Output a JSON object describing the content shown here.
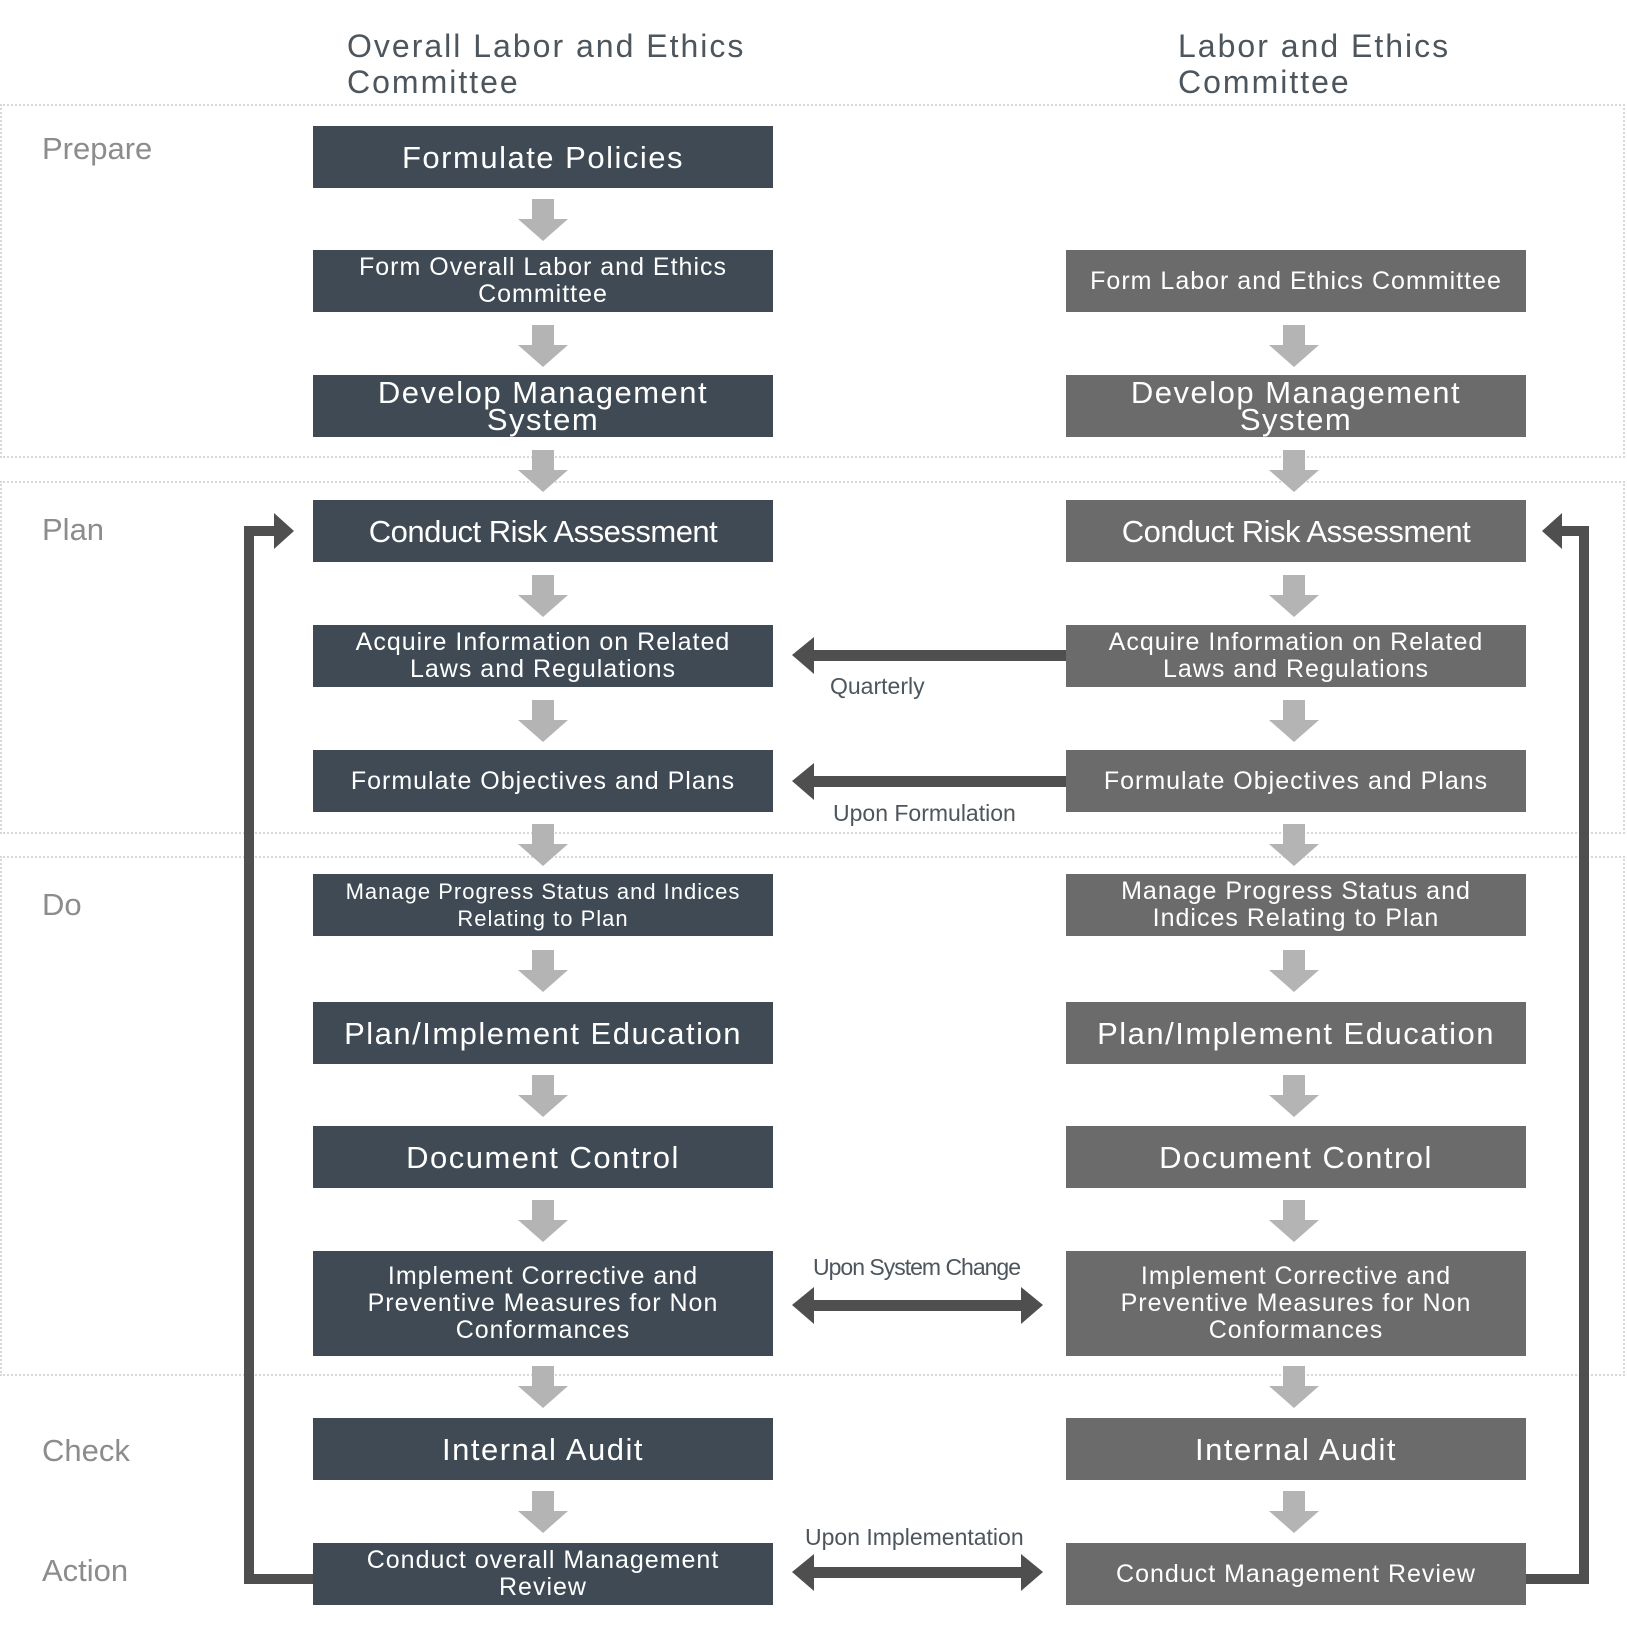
{
  "headers": {
    "left": [
      "Overall Labor and Ethics",
      "Committee"
    ],
    "right": [
      "Labor and Ethics",
      "Committee"
    ]
  },
  "phases": {
    "prepare": "Prepare",
    "plan": "Plan",
    "do": "Do",
    "check": "Check",
    "action": "Action"
  },
  "left": {
    "formulate_policies": "Formulate Policies",
    "form_committee": "Form Overall Labor and Ethics Committee",
    "develop_ms": "Develop Management System",
    "risk_assessment": "Conduct Risk Assessment",
    "acquire_info": "Acquire Information on Related Laws and Regulations",
    "objectives": "Formulate Objectives and Plans",
    "manage_progress": "Manage Progress Status and Indices Relating to Plan",
    "education": "Plan/Implement Education",
    "document_control": "Document Control",
    "corrective": "Implement Corrective and Preventive Measures for Non Conformances",
    "internal_audit": "Internal Audit",
    "review": "Conduct overall Management Review"
  },
  "right": {
    "form_committee": "Form Labor and Ethics Committee",
    "develop_ms": "Develop Management System",
    "risk_assessment": "Conduct Risk Assessment",
    "acquire_info": "Acquire Information on Related Laws and Regulations",
    "objectives": "Formulate Objectives and Plans",
    "manage_progress": "Manage Progress Status and Indices Relating to Plan",
    "education": "Plan/Implement Education",
    "document_control": "Document Control",
    "corrective": "Implement Corrective and Preventive Measures for Non Conformances",
    "internal_audit": "Internal Audit",
    "review": "Conduct Management Review"
  },
  "connectors": {
    "quarterly": "Quarterly",
    "upon_formulation": "Upon Formulation",
    "upon_system_change": "Upon System Change",
    "upon_implementation": "Upon Implementation"
  },
  "colors": {
    "left_box": "#3f4a54",
    "right_box": "#6b6b6b",
    "flow_arrow": "#b4b4b4",
    "link_arrow": "#4f4f4f"
  }
}
